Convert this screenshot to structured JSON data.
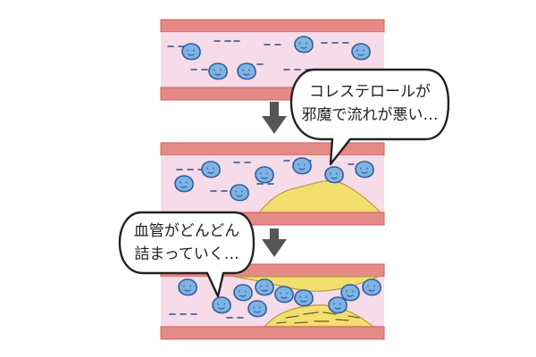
{
  "bubbles": {
    "top": {
      "line1": "コレステロールが",
      "line2": "邪魔で流れが悪い…"
    },
    "middle": {
      "line1": "血管がどんどん",
      "line2": "詰まっていく…"
    }
  },
  "colors": {
    "vessel_wall": "#e58a86",
    "vessel_wall_dark": "#c9605c",
    "vessel_lumen": "#f6dbe8",
    "plaque": "#f3df6e",
    "plaque_outline": "#b99a46",
    "cell_fill": "#7fb3e3",
    "cell_outline": "#2f5f9d",
    "arrow": "#555555"
  },
  "icons": [
    "blood-cell-icon",
    "down-arrow-icon",
    "speech-bubble-icon"
  ]
}
